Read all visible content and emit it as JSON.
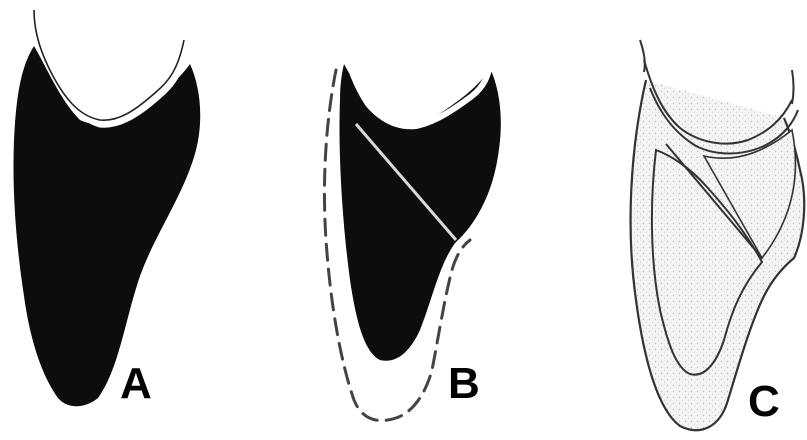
{
  "figure": {
    "panels": [
      {
        "id": "A",
        "label": "A"
      },
      {
        "id": "B",
        "label": "B"
      },
      {
        "id": "C",
        "label": "C"
      }
    ]
  },
  "colors": {
    "background": "#ffffff",
    "ink": "#000000",
    "fill_dark": "#0d0d0d",
    "fill_stipple": "#eaeaea",
    "outline": "#333333"
  }
}
